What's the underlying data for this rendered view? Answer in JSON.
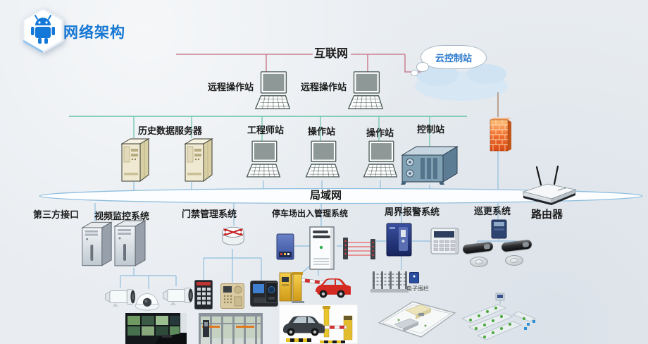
{
  "header": {
    "title": "网络架构"
  },
  "network": {
    "internet": "互联网",
    "cloud_station": "云控制站",
    "remote_station_1": "远程操作站",
    "remote_station_2": "远程操作站",
    "history_server": "历史数据服务器",
    "engineer_station": "工程师站",
    "operator_station_1": "操作站",
    "operator_station_2": "操作站",
    "control_station": "控制站",
    "lan": "局域网",
    "router": "路由器"
  },
  "subsystems": {
    "third_party": "第三方接口",
    "video_surveillance": "视频监控系统",
    "access_control": "门禁管理系统",
    "parking": "停车场出入管理系统",
    "perimeter_alarm": "周界报警系统",
    "patrol": "巡更系统",
    "electronic_fence": "电子围栏"
  },
  "colors": {
    "title_blue": "#1677d4",
    "internet_line_red": "#cc8090",
    "bus_line_teal": "#67c3a7",
    "lan_line_blue": "#8fbede",
    "firewall_orange": "#ef7a30",
    "background": "#e9edf1"
  }
}
